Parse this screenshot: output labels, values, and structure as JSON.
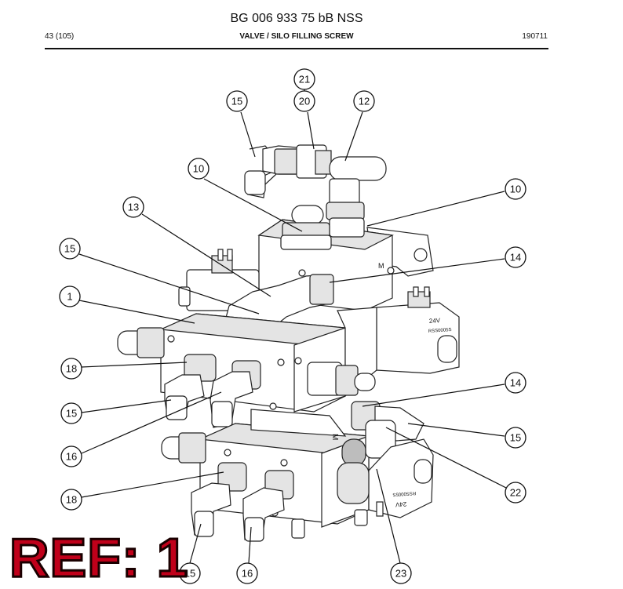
{
  "header": {
    "doc_title": "BG 006 933 75 bB NSS",
    "page": "43 (105)",
    "section": "VALVE / SILO FILLING SCREW",
    "date": "190711"
  },
  "callouts": [
    "21",
    "15",
    "20",
    "12",
    "10",
    "10",
    "13",
    "15",
    "14",
    "1",
    "18",
    "14",
    "15",
    "15",
    "16",
    "22",
    "18",
    "15",
    "16",
    "23"
  ],
  "coil_labels": [
    "24V",
    "RSS0005S",
    "24V",
    "RSS0005S"
  ],
  "valve_marks": [
    "M",
    "M"
  ],
  "stamp": "REF: 1"
}
